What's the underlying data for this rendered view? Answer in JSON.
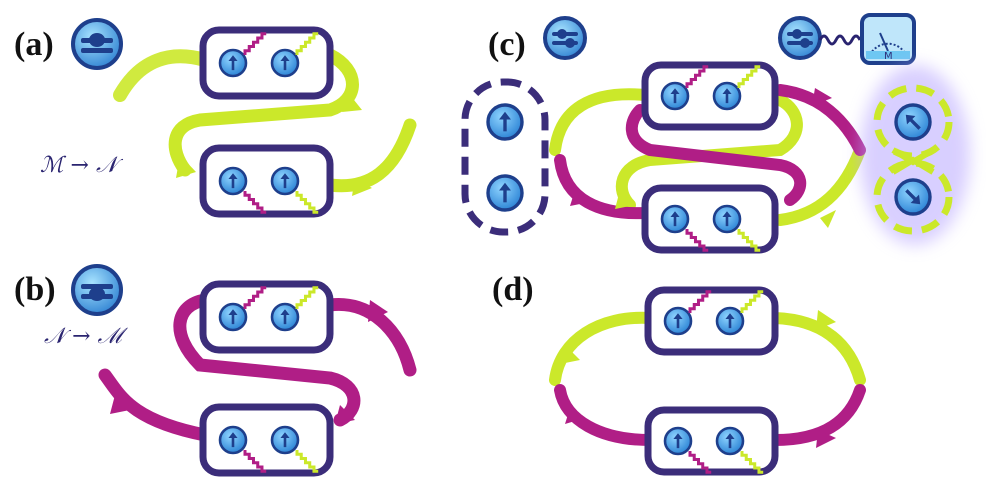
{
  "panels": [
    {
      "id": "a",
      "label": "(a)",
      "map_label": "ℳ → 𝒩"
    },
    {
      "id": "b",
      "label": "(b)",
      "map_label": "𝒩 → ℳ"
    },
    {
      "id": "c",
      "label": "(c)",
      "meter_glyph": "M"
    },
    {
      "id": "d",
      "label": "(d)"
    }
  ],
  "colors": {
    "box_border": "#3b2d7a",
    "spin_fill": "#4aa8e8",
    "spin_ring": "#1e3f8c",
    "photon_pink": "#b01e86",
    "photon_green": "#cbe82a",
    "meter_face": "#bfe6fa",
    "glow": "#b9a8ff"
  },
  "icons": [
    "spin-up-icon",
    "spin-diagonal-icon",
    "gate-icon",
    "meter-icon",
    "wavy-photon-icon"
  ]
}
